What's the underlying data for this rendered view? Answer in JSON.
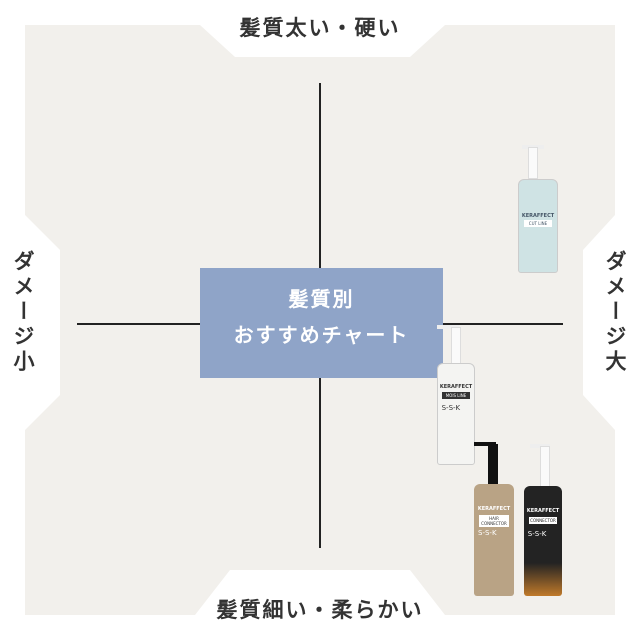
{
  "axes": {
    "top": "髪質太い・硬い",
    "bottom": "髪質細い・柔らかい",
    "left": "ダメージ小",
    "right": "ダメージ大"
  },
  "center": {
    "line1": "髪質別",
    "line2": "おすすめチャート"
  },
  "colors": {
    "panel": "#f2f0ec",
    "center_box": "#8fa4c8",
    "axis": "#222222"
  },
  "products": [
    {
      "brand": "KERAFFECT",
      "line": "CUT LINE",
      "ssk": "",
      "color": "#cfe3e4"
    },
    {
      "brand": "KERAFFECT",
      "line": "MOIS LINE",
      "ssk": "S-S-K",
      "color": "#f4f4f2"
    },
    {
      "brand": "KERAFFECT",
      "line": "HAIR CONNECTOR",
      "ssk": "S-S-K",
      "color": "#b9a385"
    },
    {
      "brand": "KERAFFECT",
      "line": "CONNECTOR",
      "ssk": "S-S-K",
      "color": "#232323"
    }
  ]
}
